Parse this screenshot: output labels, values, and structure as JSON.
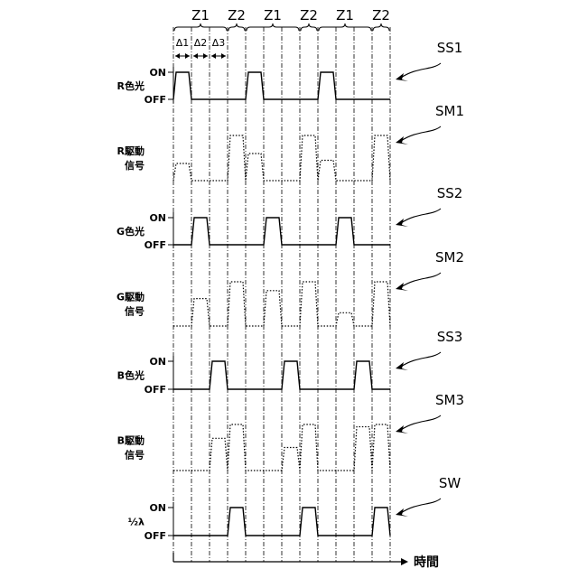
{
  "zones": [
    "Z1",
    "Z2",
    "Z1",
    "Z2",
    "Z1",
    "Z2"
  ],
  "deltas": [
    "Δ1",
    "Δ2",
    "Δ3"
  ],
  "state_on": "ON",
  "state_off": "OFF",
  "rows": [
    {
      "id": "ss1",
      "label_lines": [
        "R色光"
      ],
      "kind": "light",
      "pulse_slot": 0,
      "tag": "SS1"
    },
    {
      "id": "sm1",
      "label_lines": [
        "R駆動",
        "信号"
      ],
      "kind": "drive",
      "levels": [
        0.38,
        0.0,
        0.0,
        1.0,
        0.6,
        0.0,
        0.0,
        1.0,
        0.45,
        0.0,
        0.0,
        1.0
      ],
      "tag": "SM1"
    },
    {
      "id": "ss2",
      "label_lines": [
        "G色光"
      ],
      "kind": "light",
      "pulse_slot": 1,
      "tag": "SS2"
    },
    {
      "id": "sm2",
      "label_lines": [
        "G駆動",
        "信号"
      ],
      "kind": "drive",
      "levels": [
        0.0,
        0.62,
        0.0,
        1.0,
        0.0,
        0.8,
        0.0,
        1.0,
        0.0,
        0.3,
        0.0,
        1.0
      ],
      "tag": "SM2"
    },
    {
      "id": "ss3",
      "label_lines": [
        "B色光"
      ],
      "kind": "light",
      "pulse_slot": 2,
      "tag": "SS3"
    },
    {
      "id": "sm3",
      "label_lines": [
        "B駆動",
        "信号"
      ],
      "kind": "drive",
      "levels": [
        0.0,
        0.0,
        0.7,
        1.0,
        0.0,
        0.0,
        0.5,
        1.0,
        0.0,
        0.0,
        0.95,
        1.0
      ],
      "tag": "SM3"
    },
    {
      "id": "sw",
      "label_lines": [
        "½λ"
      ],
      "kind": "light",
      "pulse_slot": 3,
      "tag": "SW"
    }
  ],
  "time_label": "時間"
}
